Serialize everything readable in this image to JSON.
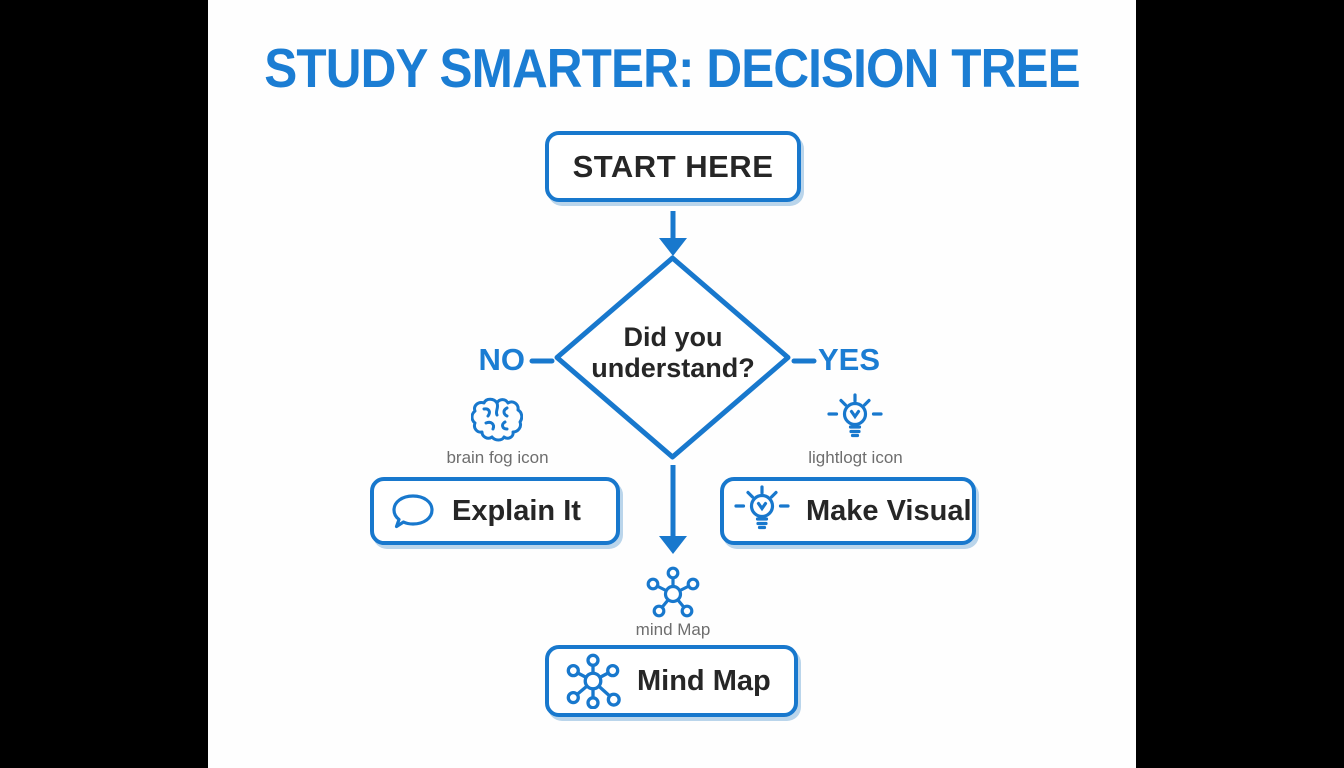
{
  "title": "STUDY SMARTER: DECISION TREE",
  "colors": {
    "canvas_black": "#000000",
    "panel_white": "#fefefe",
    "accent_blue": "#1878cd",
    "title_blue": "#1b7dd3",
    "text_dark": "#262626",
    "caption_gray": "#6e6e6e"
  },
  "flowchart": {
    "start": {
      "label": "START HERE"
    },
    "decision": {
      "question": "Did you understand?"
    },
    "branch_no": {
      "label": "NO",
      "icon": "brain-icon",
      "icon_caption": "brain fog icon",
      "action": {
        "label": "Explain It",
        "icon": "speech-bubble-icon"
      }
    },
    "branch_yes": {
      "label": "YES",
      "icon": "lightbulb-icon",
      "icon_caption": "lightlogt icon",
      "action": {
        "label": "Make Visual",
        "icon": "lightbulb-icon"
      }
    },
    "branch_down": {
      "icon": "mind-map-icon",
      "icon_caption": "mind Map",
      "action": {
        "label": "Mind Map",
        "icon": "mind-map-icon"
      }
    }
  }
}
